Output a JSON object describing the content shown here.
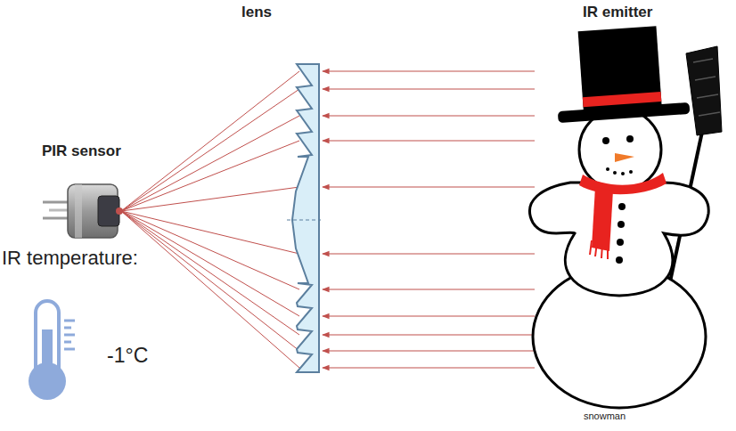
{
  "diagram": {
    "labels": [
      "lens",
      "IR emitter",
      "PIR sensor",
      "IR temperature:",
      "-1°C",
      "snowman"
    ]
  }
}
